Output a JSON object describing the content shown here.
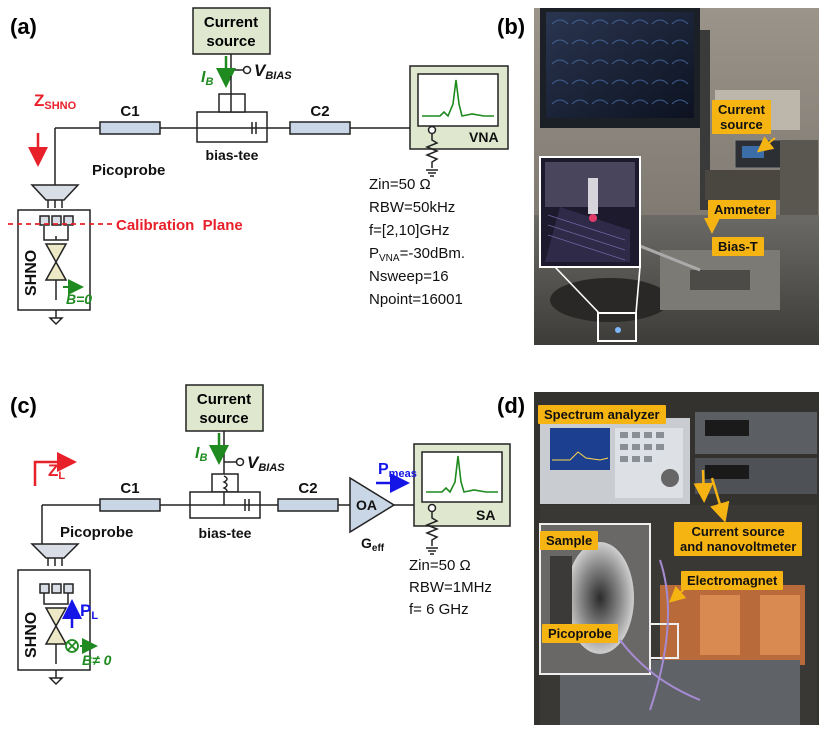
{
  "panels": {
    "a": "(a)",
    "b": "(b)",
    "c": "(c)",
    "d": "(d)"
  },
  "top": {
    "current_source": [
      "Current",
      "source"
    ],
    "ib": "I",
    "ib_sub": "B",
    "vbias": "V",
    "vbias_sub": "BIAS",
    "zshno": "Z",
    "zshno_sub": "SHNO",
    "c1": "C1",
    "c2": "C2",
    "bias_tee": "bias-tee",
    "picoprobe": "Picoprobe",
    "calibration_plane": "Calibration  Plane",
    "shno": "SHNO",
    "bfield": "B=0",
    "vna": "VNA",
    "params": {
      "zin": "Zin=50 Ω",
      "rbw": "RBW=50kHz",
      "freq": "f=[2,10]GHz",
      "p_main": "P",
      "p_sub": "VNA",
      "p_rest": "=-30dBm.",
      "nsweep": "Nsweep=16",
      "npoint": "Npoint=16001"
    }
  },
  "photo_b": {
    "labels": [
      "Current\nsource",
      "Ammeter",
      "Bias-T"
    ]
  },
  "bottom": {
    "current_source": [
      "Current",
      "source"
    ],
    "ib": "I",
    "ib_sub": "B",
    "vbias": "V",
    "vbias_sub": "BIAS",
    "zl": "Z",
    "zl_sub": "L",
    "c1": "C1",
    "c2": "C2",
    "bias_tee": "bias-tee",
    "picoprobe": "Picoprobe",
    "shno": "SHNO",
    "pl": "P",
    "pl_sub": "L",
    "bfield": "B≠ 0",
    "pmeas": "P",
    "pmeas_sub": "meas",
    "oa": "OA",
    "geff": "G",
    "geff_sub": "eff",
    "sa": "SA",
    "params": {
      "zin": "Zin=50 Ω",
      "rbw": "RBW=1MHz",
      "freq": "f= 6 GHz"
    }
  },
  "photo_d": {
    "labels": [
      "Spectrum analyzer",
      "Current source\nand nanovoltmeter",
      "Sample",
      "Electromagnet",
      "Picoprobe"
    ]
  },
  "colors": {
    "red": "#e8202a",
    "green": "#1f8a1f",
    "blue": "#1515e8",
    "box_fill": "#dfe8cf",
    "cap_fill": "#c9d6e6",
    "orange": "#f6b413"
  }
}
